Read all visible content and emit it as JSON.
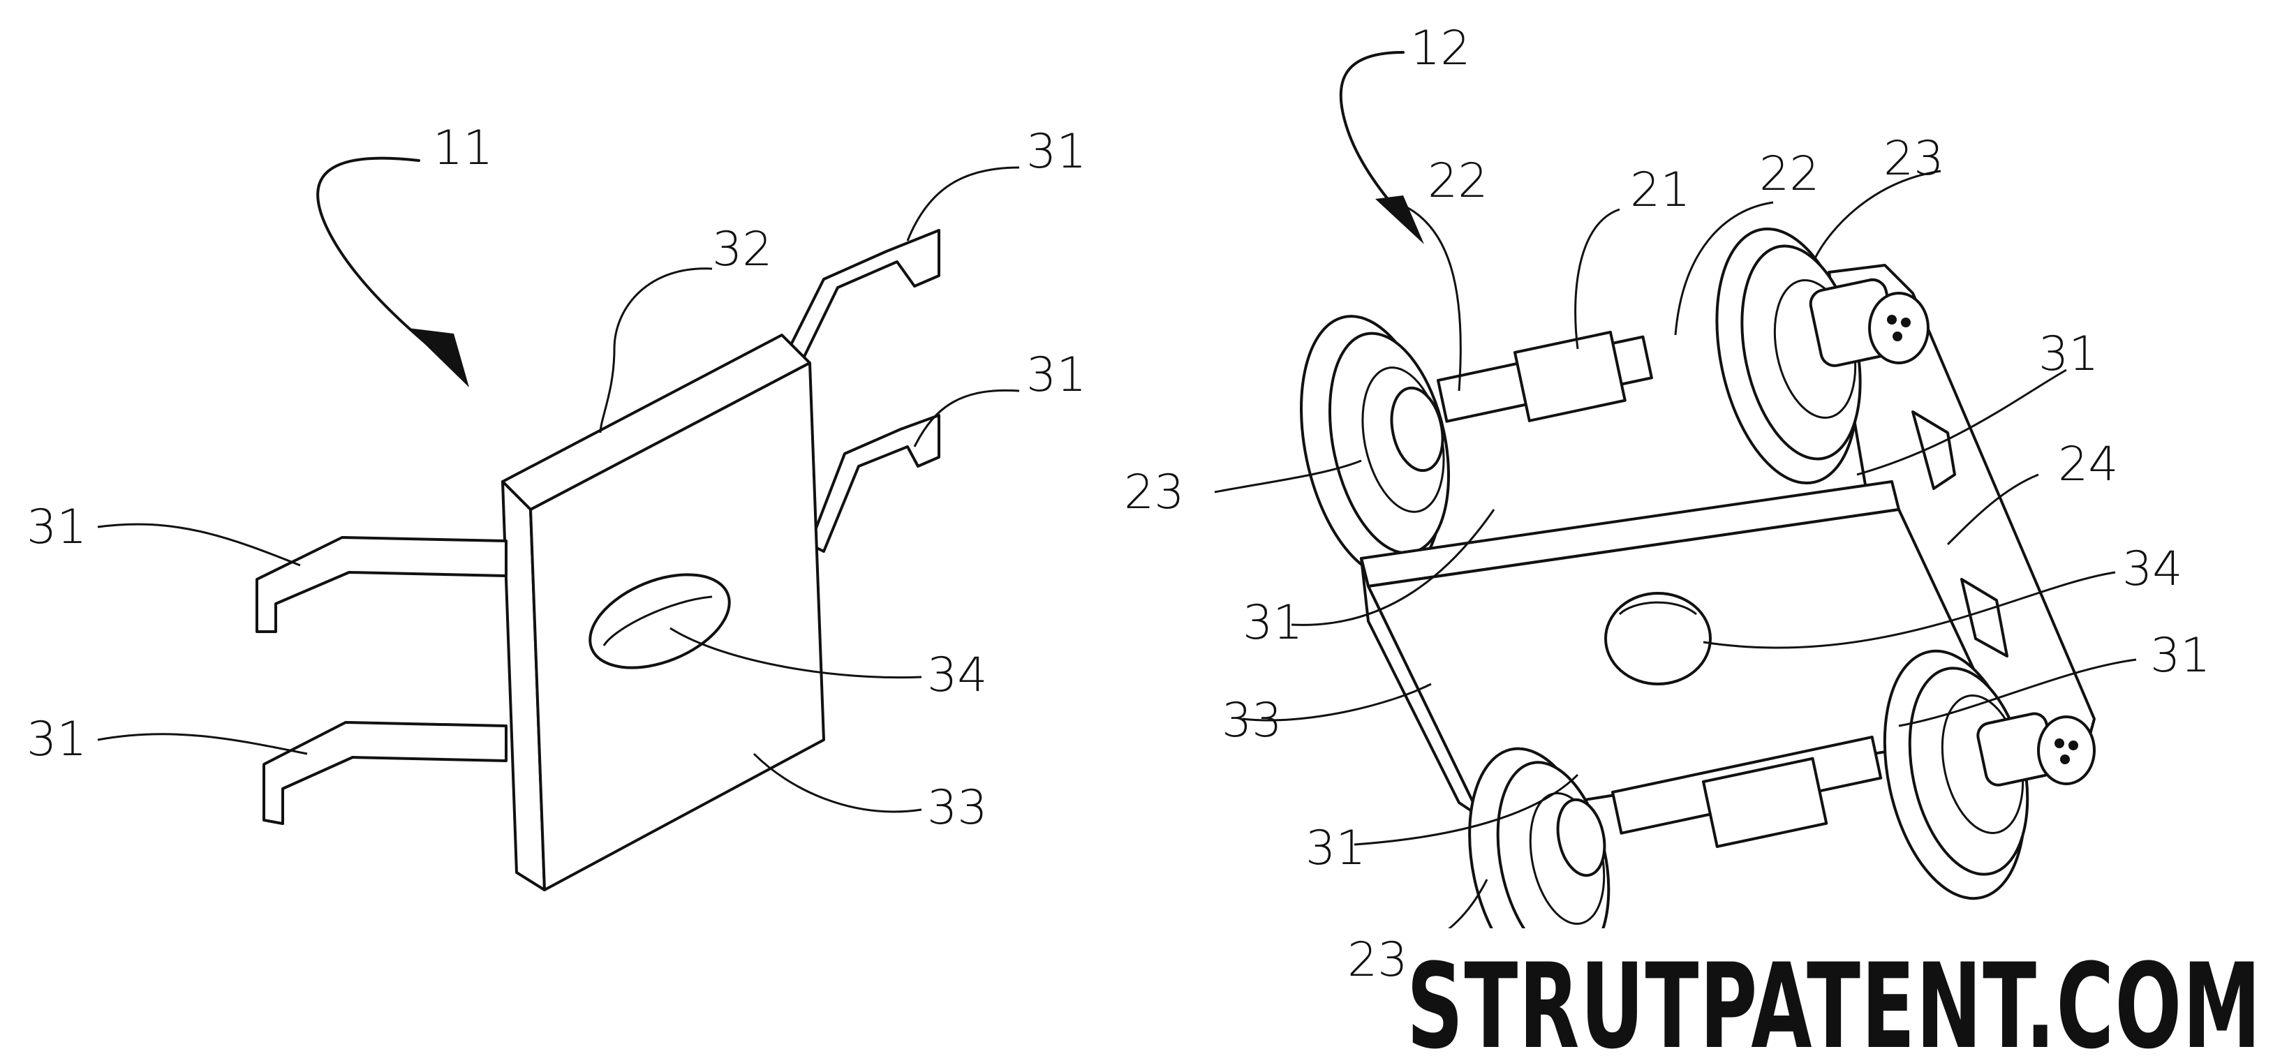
{
  "figures": [
    {
      "ref": "11",
      "labels": [
        "31",
        "32",
        "31",
        "31",
        "34",
        "31",
        "33"
      ]
    },
    {
      "ref": "12",
      "labels": [
        "22",
        "21",
        "22",
        "23",
        "31",
        "23",
        "24",
        "31",
        "34",
        "33",
        "31",
        "31",
        "23"
      ]
    }
  ],
  "watermark": "STRUTPATENT.COM"
}
